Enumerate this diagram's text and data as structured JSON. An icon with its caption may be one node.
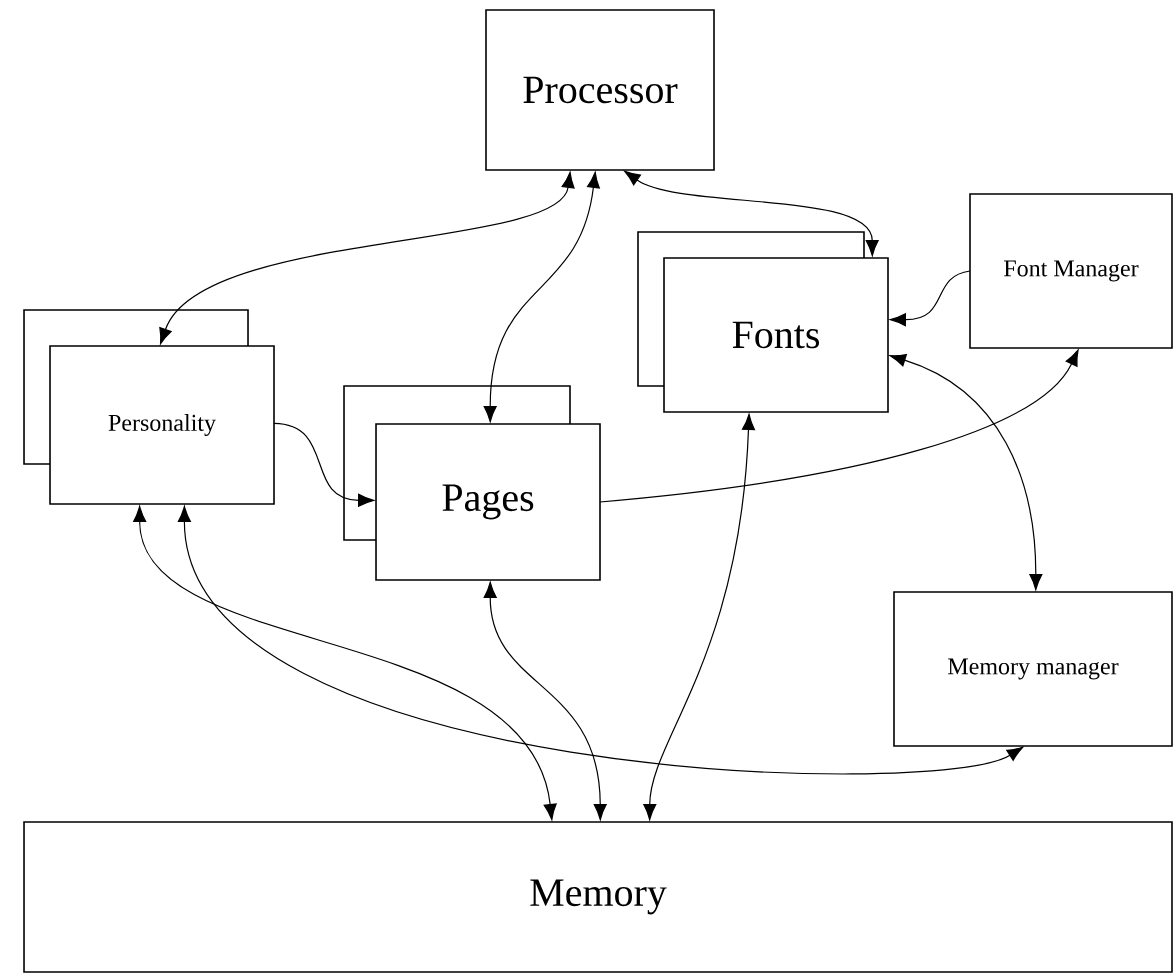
{
  "diagram": {
    "nodes": [
      {
        "text": [
          "Processor"
        ]
      },
      {
        "text": [
          "Personality"
        ]
      },
      {
        "text": [
          "Pages"
        ]
      },
      {
        "text": [
          "Fonts"
        ]
      },
      {
        "text": [
          "Font Manager"
        ]
      },
      {
        "text": [
          "Memory manager"
        ]
      },
      {
        "text": [
          "Memory"
        ]
      }
    ],
    "edges": [
      {
        "from": 0,
        "to": 1,
        "arrow": "both"
      },
      {
        "from": 0,
        "to": 2,
        "arrow": "both"
      },
      {
        "from": 0,
        "to": 3,
        "arrow": "both"
      },
      {
        "from": 4,
        "to": 3,
        "arrow": "to"
      },
      {
        "from": 1,
        "to": 2,
        "arrow": "to"
      },
      {
        "from": 2,
        "to": 4,
        "arrow": "to"
      },
      {
        "from": 3,
        "to": 5,
        "arrow": "both"
      },
      {
        "from": 1,
        "to": 6,
        "arrow": "both"
      },
      {
        "from": 1,
        "to": 5,
        "arrow": "both"
      },
      {
        "from": 2,
        "to": 6,
        "arrow": "both"
      },
      {
        "from": 3,
        "to": 6,
        "arrow": "both"
      }
    ]
  }
}
